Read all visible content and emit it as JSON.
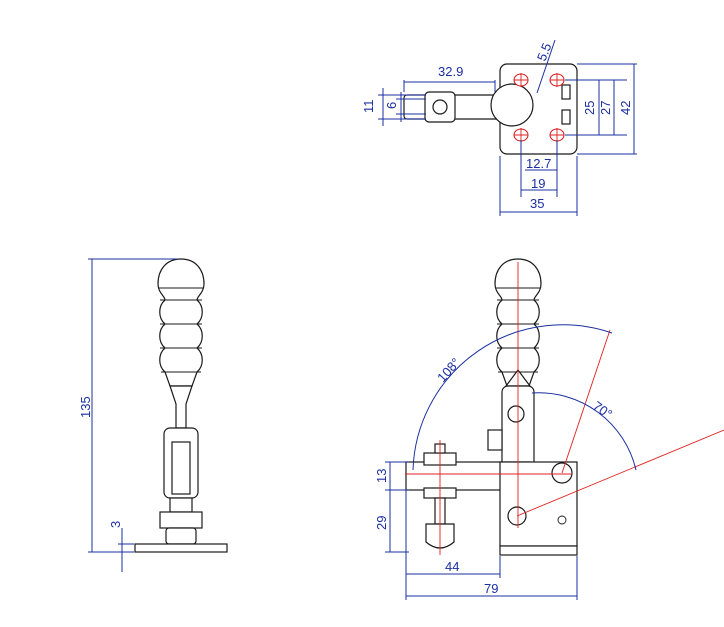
{
  "colors": {
    "dimension": "#1b2fa0",
    "centerline": "#e02020",
    "outline": "#1a1a1a"
  },
  "top_view": {
    "dims": {
      "arm_width_outer": "11",
      "arm_width_inner": "6",
      "arm_offset": "32.9",
      "slot_width": "5.5",
      "hole_pitch_inner": "25",
      "hole_pitch_outer": "27",
      "base_length": "42",
      "hole_spacing_small": "12.7",
      "hole_spacing_large": "19",
      "base_width": "35"
    }
  },
  "side_view": {
    "dims": {
      "overall_height": "135",
      "base_thickness": "3"
    }
  },
  "front_view": {
    "dims": {
      "open_angle": "108°",
      "release_angle": "70°",
      "arm_height": "13",
      "spindle_height": "29",
      "reach": "44",
      "overall_length": "79"
    }
  }
}
